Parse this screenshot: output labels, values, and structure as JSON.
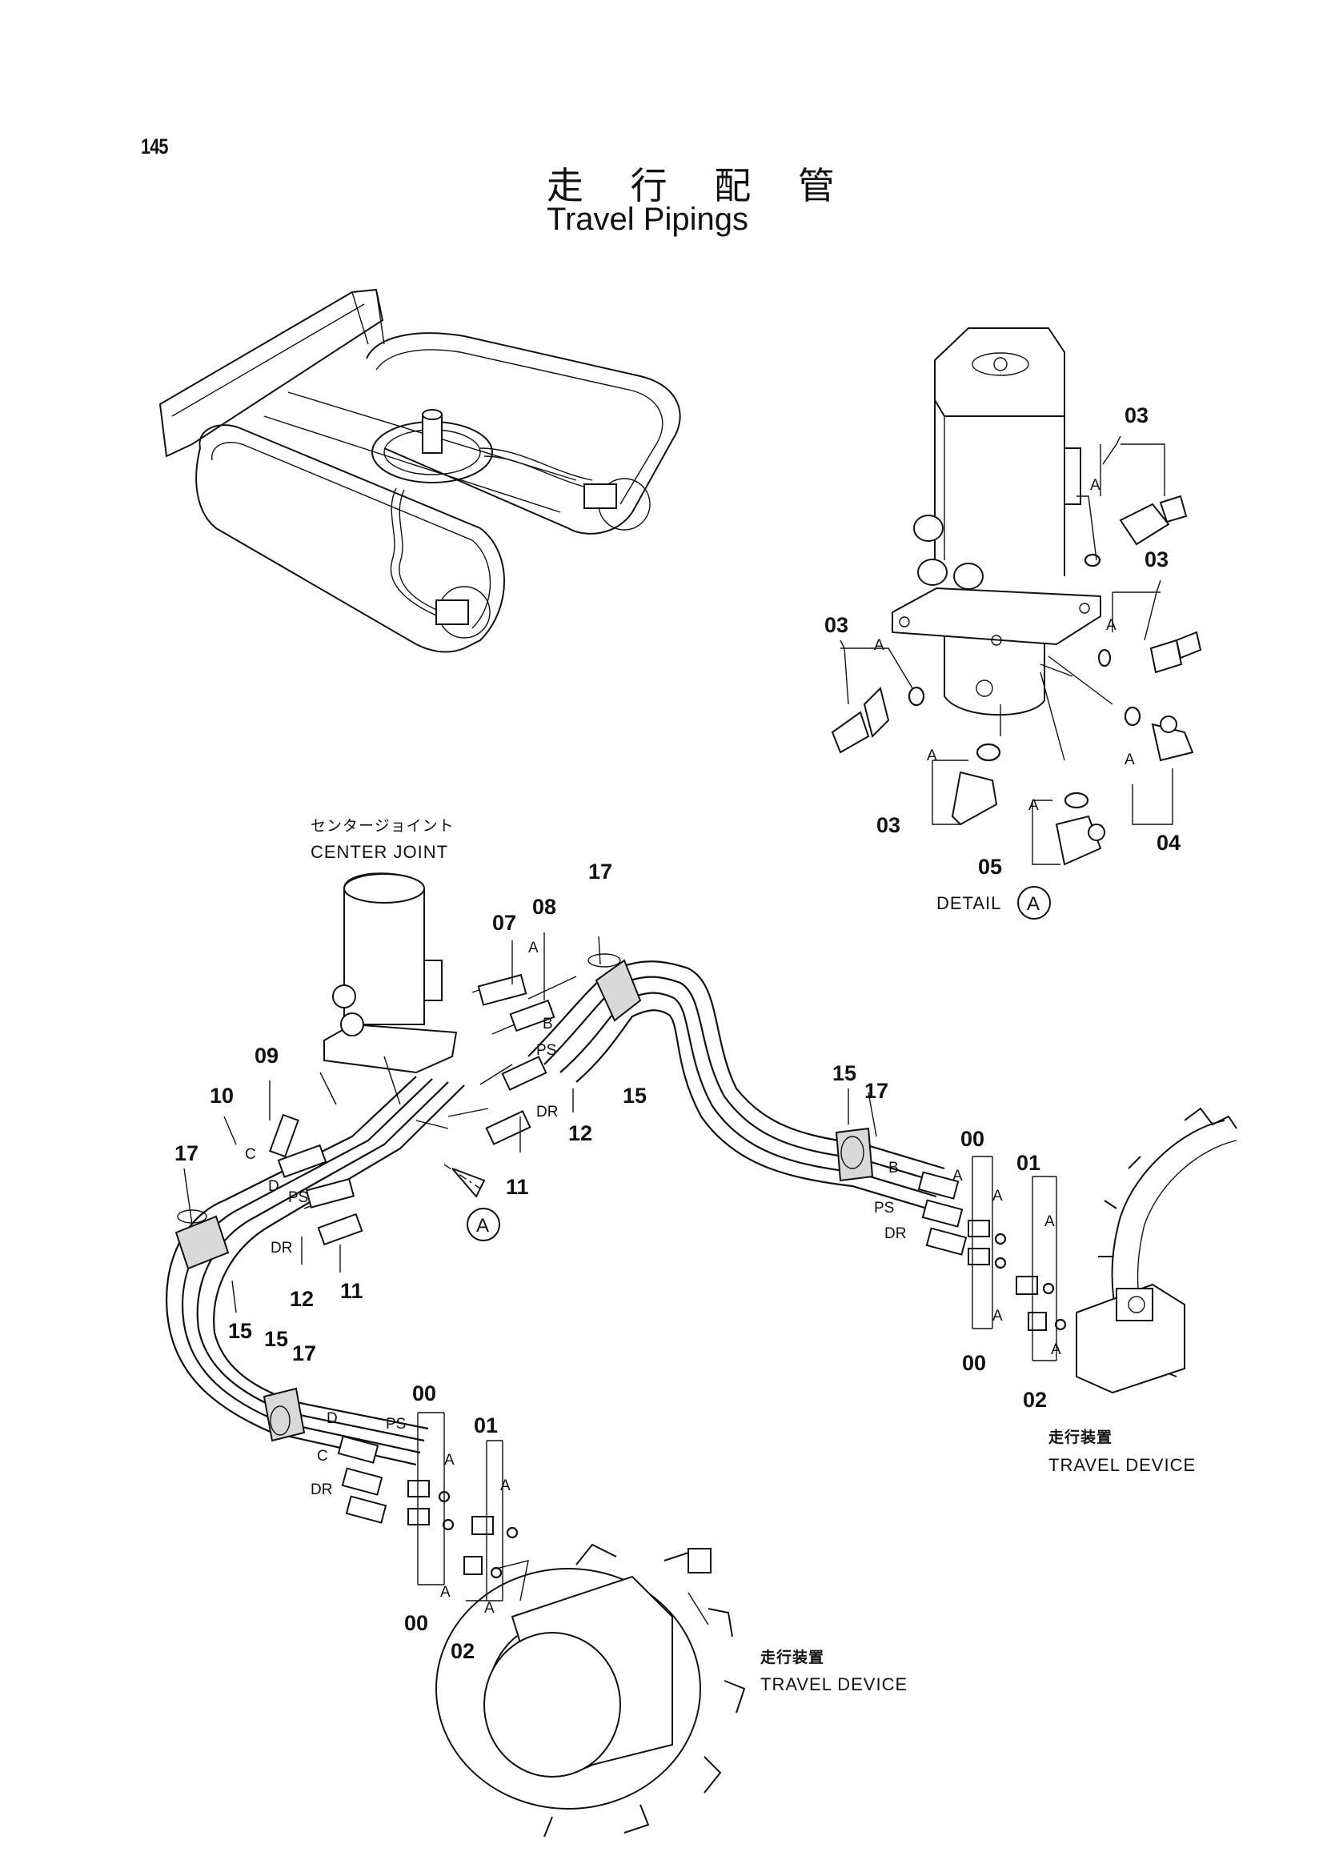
{
  "page": {
    "number": "145",
    "title_jp": "走 行 配 管",
    "title_en": "Travel Pipings"
  },
  "captions": {
    "center_joint_jp": "センタージョイント",
    "center_joint_en": "CENTER JOINT",
    "detail_label": "DETAIL",
    "detail_ref": "A",
    "travel_device_jp": "走行装置",
    "travel_device_en": "TRAVEL DEVICE"
  },
  "part_numbers": {
    "p00": "00",
    "p01": "01",
    "p02": "02",
    "p03": "03",
    "p04": "04",
    "p05": "05",
    "p07": "07",
    "p08": "08",
    "p09": "09",
    "p10": "10",
    "p11": "11",
    "p12": "12",
    "p15": "15",
    "p17": "17"
  },
  "port_labels": {
    "a": "A",
    "b": "B",
    "c": "C",
    "d": "D",
    "ps": "PS",
    "dr": "DR"
  }
}
